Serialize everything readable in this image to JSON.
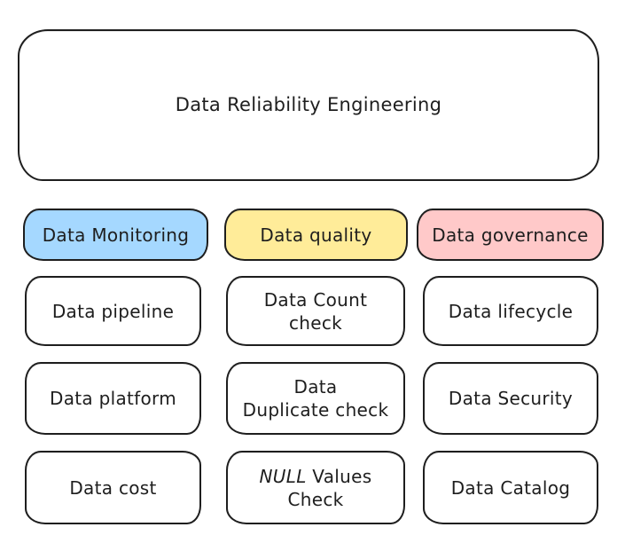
{
  "diagram": {
    "title": "Data Reliability Engineering",
    "stroke_color": "#1e1e1e",
    "canvas_color": "#ffffff",
    "columns": [
      {
        "header": "Data Monitoring",
        "header_color": "#a5d8ff",
        "items": [
          "Data pipeline",
          "Data platform",
          "Data cost"
        ]
      },
      {
        "header": "Data quality",
        "header_color": "#ffec99",
        "items": [
          "Data Count check",
          "Data\nDuplicate check",
          {
            "italic": "NULL",
            "text": " Values Check"
          }
        ]
      },
      {
        "header": "Data governance",
        "header_color": "#ffc9c9",
        "items": [
          "Data lifecycle",
          "Data Security",
          "Data Catalog"
        ]
      }
    ]
  }
}
